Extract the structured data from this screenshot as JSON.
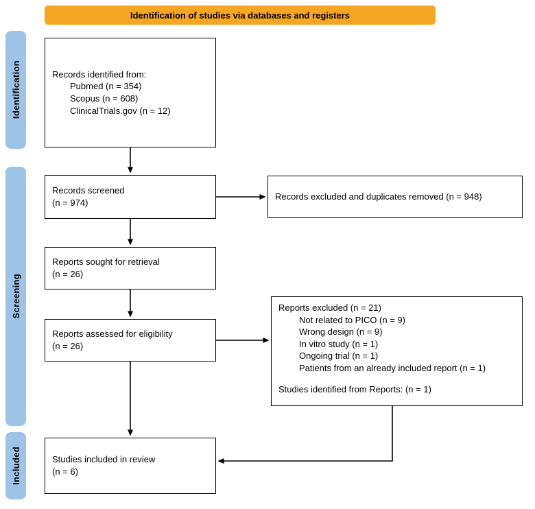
{
  "colors": {
    "banner-bg": "#F5A623",
    "stage-bg": "#9DC3E6"
  },
  "banner": {
    "label": "Identification of studies via databases and registers"
  },
  "stages": {
    "identification": "Identification",
    "screening": "Screening",
    "included": "Included"
  },
  "boxes": {
    "records_identified": {
      "title": "Records identified from:",
      "items": [
        "Pubmed (n = 354)",
        "Scopus (n = 608)",
        "ClinicalTrials.gov (n = 12)"
      ]
    },
    "records_screened": {
      "line1": "Records screened",
      "line2": "(n = 974)"
    },
    "records_excluded": {
      "text": "Records excluded and duplicates removed (n = 948)"
    },
    "reports_sought": {
      "line1": "Reports sought for retrieval",
      "line2": "(n = 26)"
    },
    "reports_assessed": {
      "line1": "Reports assessed for eligibility",
      "line2": "(n = 26)"
    },
    "reports_excluded": {
      "title": "Reports excluded (n = 21)",
      "items": [
        "Not related to PICO (n = 9)",
        "Wrong design (n = 9)",
        "In vitro study (n = 1)",
        "Ongoing trial (n = 1)",
        "Patients from an already included report (n = 1)"
      ],
      "footer": "Studies identified from Reports: (n = 1)"
    },
    "studies_included": {
      "line1": "Studies included in review",
      "line2": "(n = 6)"
    }
  }
}
